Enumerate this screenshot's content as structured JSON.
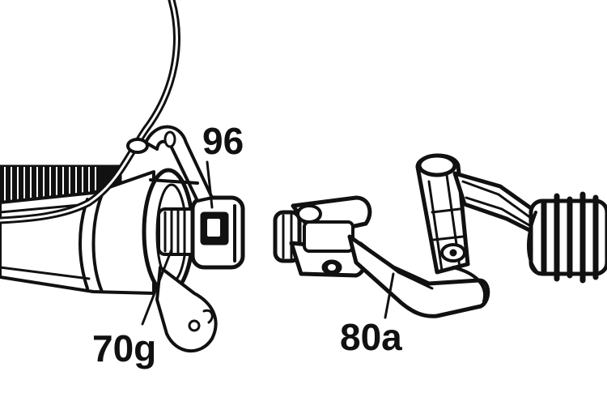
{
  "labels": {
    "part_96": "96",
    "part_70g": "70g",
    "part_80a": "80a"
  },
  "colors": {
    "ink": "#111111",
    "paper": "#ffffff"
  }
}
